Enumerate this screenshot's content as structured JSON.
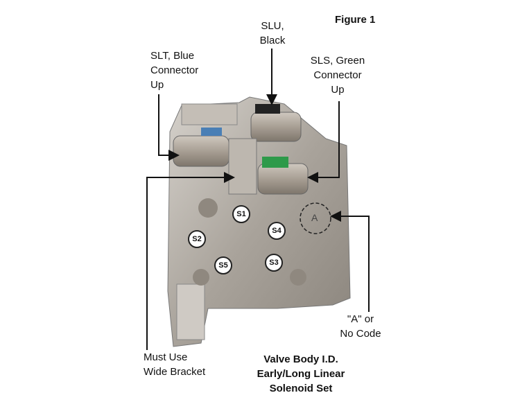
{
  "figure_label": "Figure 1",
  "callouts": {
    "slu": [
      "SLU,",
      "Black"
    ],
    "slt": [
      "SLT, Blue",
      "Connector",
      "Up"
    ],
    "sls": [
      "SLS, Green",
      "Connector",
      "Up"
    ],
    "bracket": [
      "Must Use",
      "Wide Bracket"
    ],
    "code": [
      "\"A\" or",
      "No Code"
    ]
  },
  "solenoids": [
    "S1",
    "S2",
    "S3",
    "S4",
    "S5"
  ],
  "code_mark": "A",
  "caption": [
    "Valve Body I.D.",
    "Early/Long Linear",
    "Solenoid Set"
  ],
  "colors": {
    "slt_connector": "#4a7fb5",
    "sls_connector": "#2e9a4a",
    "slu_connector": "#222222",
    "metal": "#b8b2aa"
  }
}
